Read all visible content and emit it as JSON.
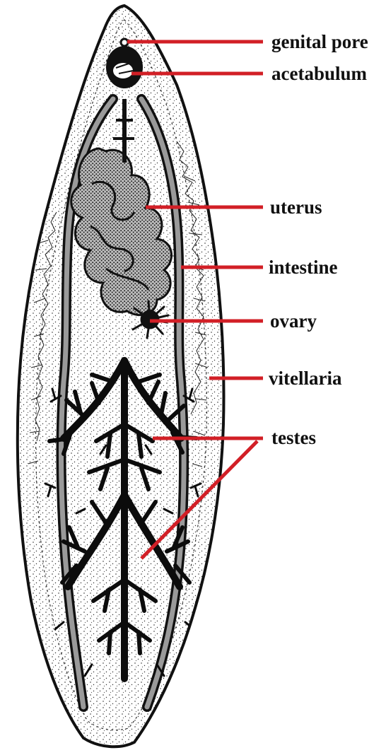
{
  "diagram": {
    "subject": "fluke",
    "colors": {
      "leader_line": "#d21f26",
      "ink": "#111111",
      "background": "#ffffff"
    },
    "labels": [
      {
        "id": "genital-pore",
        "text": "genital pore"
      },
      {
        "id": "acetabulum",
        "text": "acetabulum"
      },
      {
        "id": "uterus",
        "text": "uterus"
      },
      {
        "id": "intestine",
        "text": "intestine"
      },
      {
        "id": "ovary",
        "text": "ovary"
      },
      {
        "id": "vitellaria",
        "text": "vitellaria"
      },
      {
        "id": "testes",
        "text": "testes"
      }
    ]
  }
}
